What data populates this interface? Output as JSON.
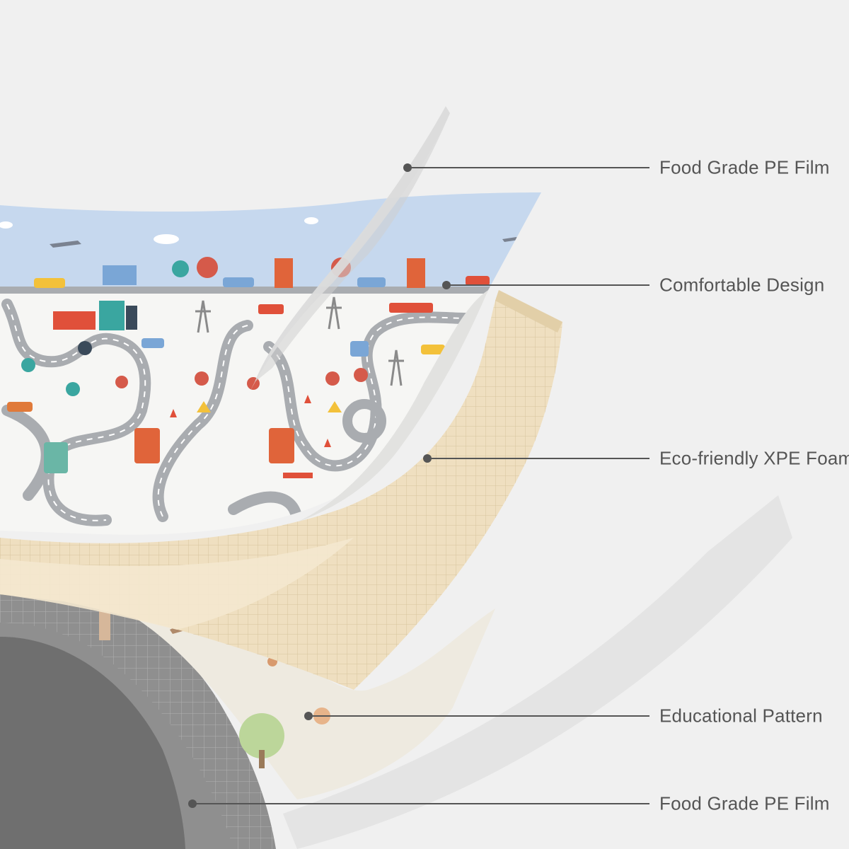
{
  "layers": [
    {
      "label": "Food Grade PE Film"
    },
    {
      "label": "Comfortable Design"
    },
    {
      "label": "Eco-friendly XPE Foam"
    },
    {
      "label": "Educational Pattern"
    },
    {
      "label": "Food Grade PE Film"
    }
  ],
  "colors": {
    "background": "#f0f0f0",
    "leader_line": "#555555",
    "sky": "#c6d8ee",
    "mat_white": "#f6f6f4",
    "road": "#a9acb0",
    "foam": "#efdfc0",
    "bottom_print": "#efece4",
    "bottom_film": "#9a9a9a",
    "accent_red": "#e0503a",
    "accent_teal": "#3aa6a0"
  }
}
